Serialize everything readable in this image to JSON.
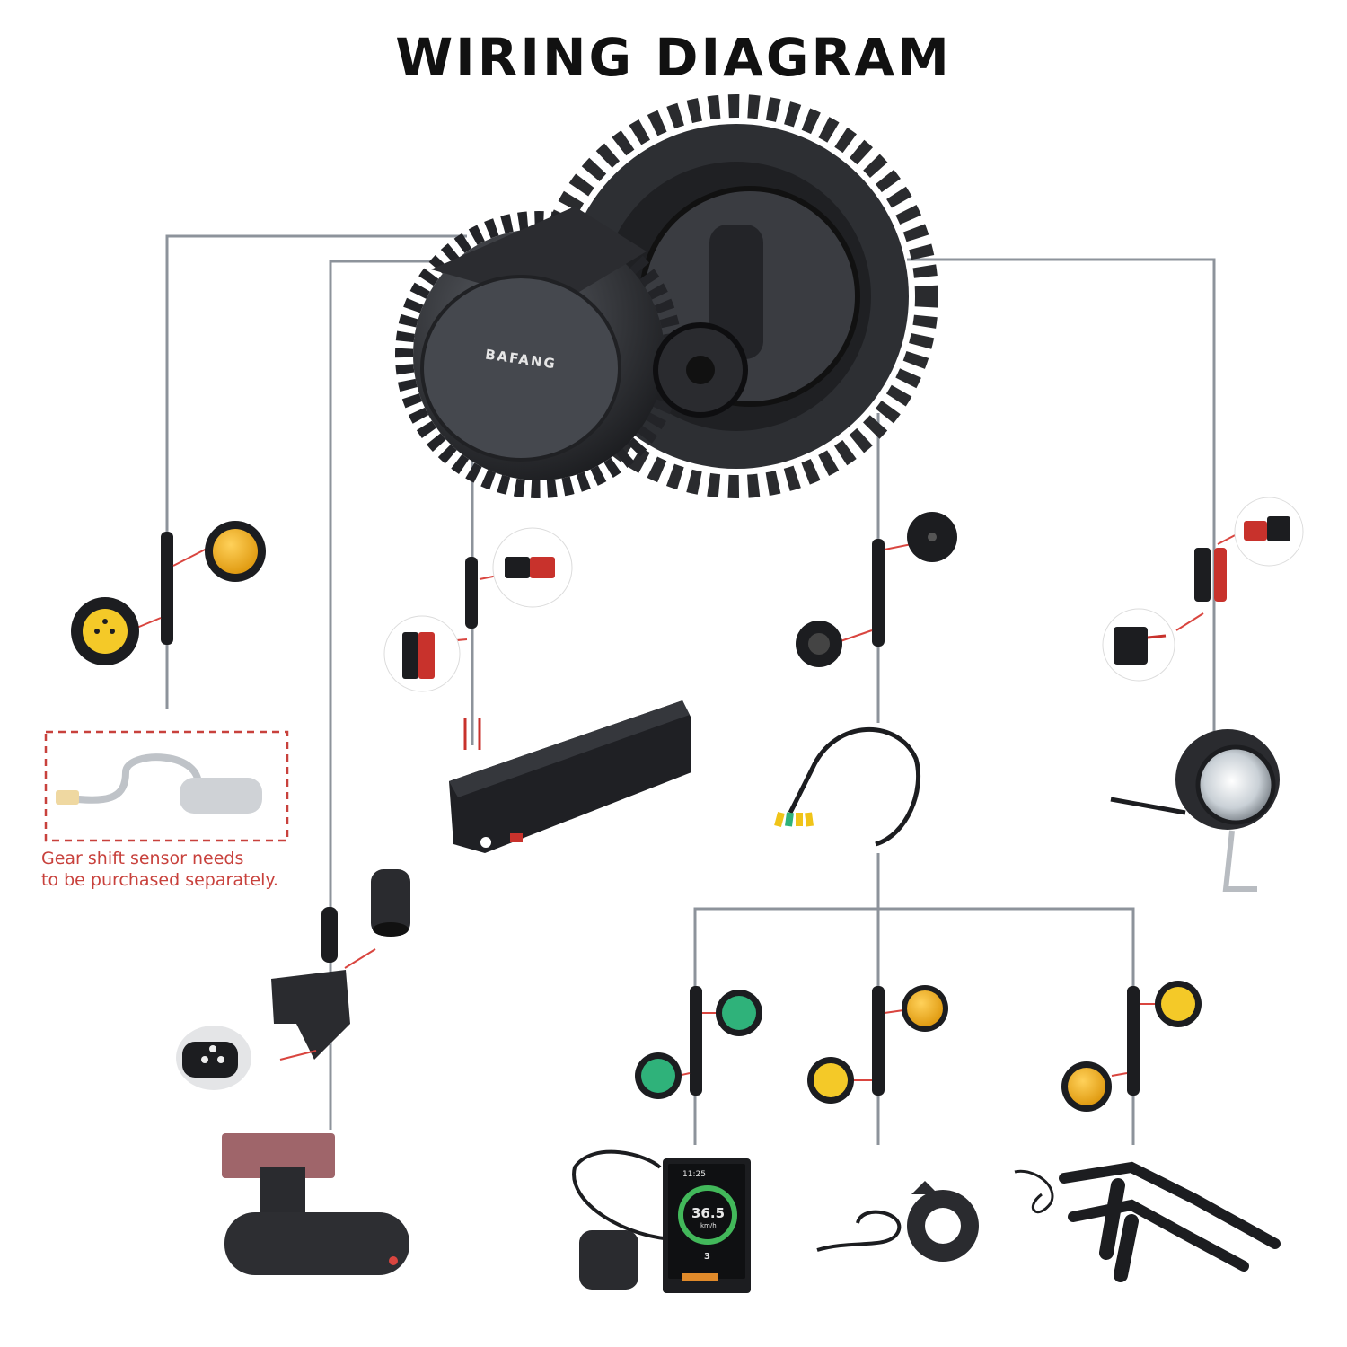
{
  "title": "WIRING DIAGRAM",
  "motor": {
    "brand": "BAFANG"
  },
  "note": {
    "line1": "Gear shift sensor needs",
    "line2": "to be purchased separately."
  },
  "display": {
    "time": "11:25",
    "speed": "36.5",
    "unit": "km/h",
    "gear": "3"
  },
  "colors": {
    "wire": "#8d939b",
    "pointer": "#d9453f",
    "note_box": "#c8413c",
    "connector_yellow": "#f0b429",
    "connector_green": "#2fb27a",
    "body_black": "#1c1d20"
  }
}
